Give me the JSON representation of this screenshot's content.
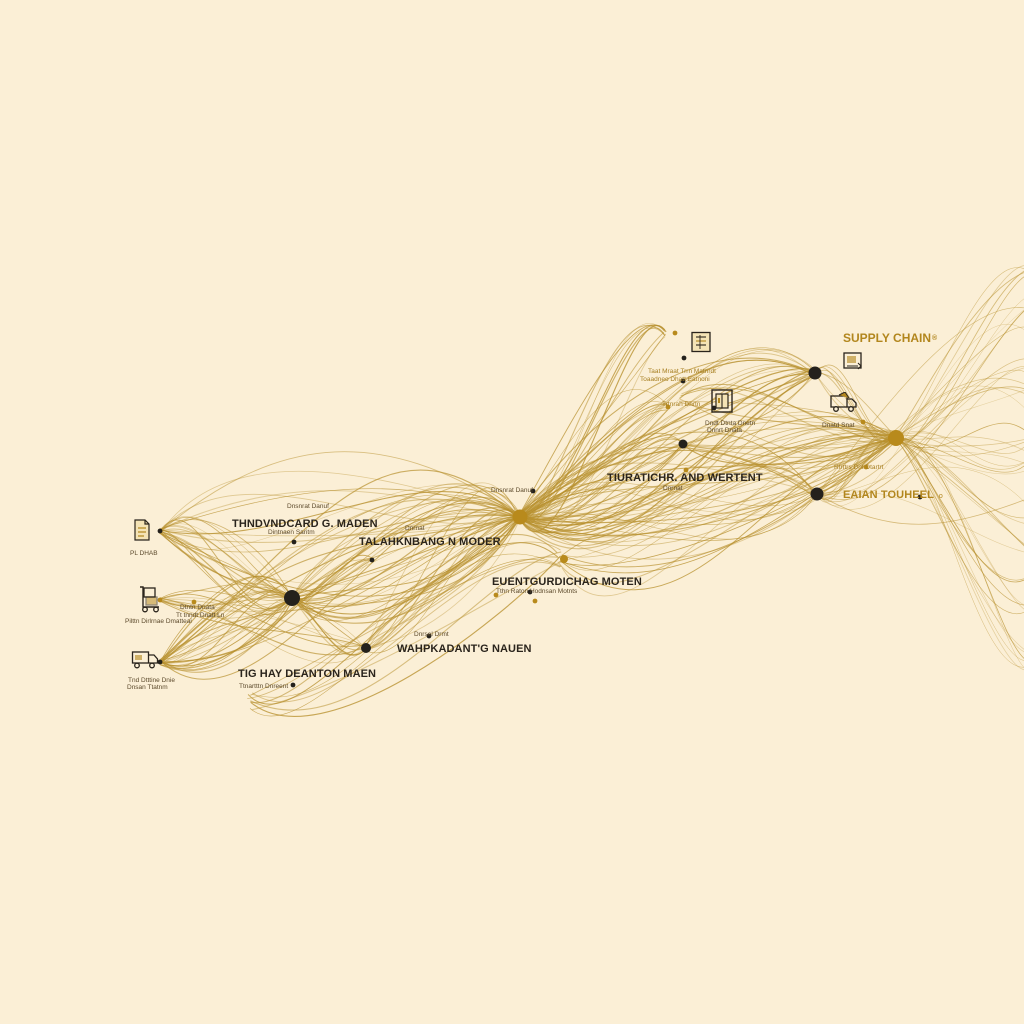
{
  "title": "SUPPLY CHAIN",
  "title_mark": "®",
  "colors": {
    "background": "#fbefd6",
    "flow": "#b8912f",
    "node_dark": "#24211c",
    "node_gold": "#b88a1c",
    "label_gold": "#b2861d"
  },
  "labels": {
    "main": [
      "THNDVNDCARD G. MADEN",
      "TALAHKNBANG N MODER",
      "TIG HAY DEANTON MAEN",
      "WAHPKADANT'G NAUEN",
      "EUENTGURDICHAG MOTEN",
      "TIURATICHR. AND WERTENT",
      "EAIAN TOUHEEL"
    ],
    "main_suffix": "o",
    "small": [
      "PL DHAB",
      "Pilttn Dirlrnae Dmatteai",
      "Tnd Dtttine Dnie",
      "Dnsan Ttatnm",
      "Dnsnrat Danuf",
      "Dintnaen Saritm",
      "Dnrnat",
      "Dtntn Dnata",
      "Tt tnndt Dnatt Ln",
      "Ttnartttn Dnreent",
      "Dnrsel Drmt",
      "Tthn Raton Hodnsan Motnts",
      "Taat Mraat Trrn Matnrdt",
      "Toaadneo Dhatt Eatnoni",
      "Trtnrah Dhrtn",
      "Dndt Dtnta Dnetn",
      "Dnnrt Dnata",
      "Dnatd Snat",
      "Rtrttrs Dnt Dtartrt"
    ]
  },
  "icons": {
    "sources": [
      "document-icon",
      "hand-truck-icon",
      "delivery-truck-icon"
    ],
    "hubs": [
      "ledger-icon",
      "warehouse-door-icon",
      "cargo-box-icon",
      "shipping-truck-icon"
    ]
  }
}
